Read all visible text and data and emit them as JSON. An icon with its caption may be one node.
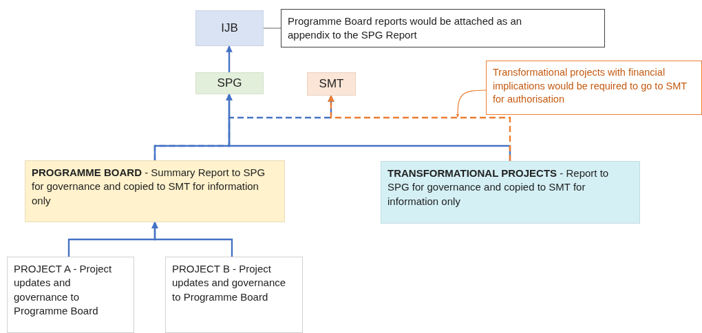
{
  "diagram": {
    "nodes": [
      {
        "text": [
          "IJB"
        ]
      },
      {
        "text": [
          "Programme Board reports would be attached as an appendix to the SPG Report"
        ]
      },
      {
        "text": [
          "SPG"
        ]
      },
      {
        "text": [
          "SMT"
        ]
      },
      {
        "text": [
          "Transformational projects with financial implications would be required to go to SMT for authorisation"
        ]
      },
      {
        "text": [
          "**PROGRAMME BOARD** - Summary Report to SPG for governance and copied to SMT for information only"
        ]
      },
      {
        "text": [
          "**TRANSFORMATIONAL PROJECTS** - Report to SPG for governance and copied to SMT for information only"
        ]
      },
      {
        "text": [
          "PROJECT A - Project updates and governance to Programme Board"
        ]
      },
      {
        "text": [
          "PROJECT B - Project updates and governance to Programme Board"
        ]
      }
    ],
    "edges": [
      {
        "from": 2,
        "to": 0,
        "arrow": "to"
      },
      {
        "from": 0,
        "to": 1,
        "arrow": "none",
        "color": "#7f7f7f"
      },
      {
        "from": 5,
        "to": 2,
        "arrow": "to"
      },
      {
        "from": 6,
        "to": 2,
        "arrow": "to"
      },
      {
        "from": 5,
        "to": 3,
        "arrow": "to",
        "style": "dashed"
      },
      {
        "from": 6,
        "to": 3,
        "arrow": "to",
        "style": "dashed",
        "color": "#ed7d31"
      },
      {
        "from": 4,
        "to": null,
        "arrow": "to",
        "color": "#ed7d31"
      },
      {
        "from": 7,
        "to": 5,
        "arrow": "to"
      },
      {
        "from": 8,
        "to": 5,
        "arrow": "to"
      }
    ]
  }
}
